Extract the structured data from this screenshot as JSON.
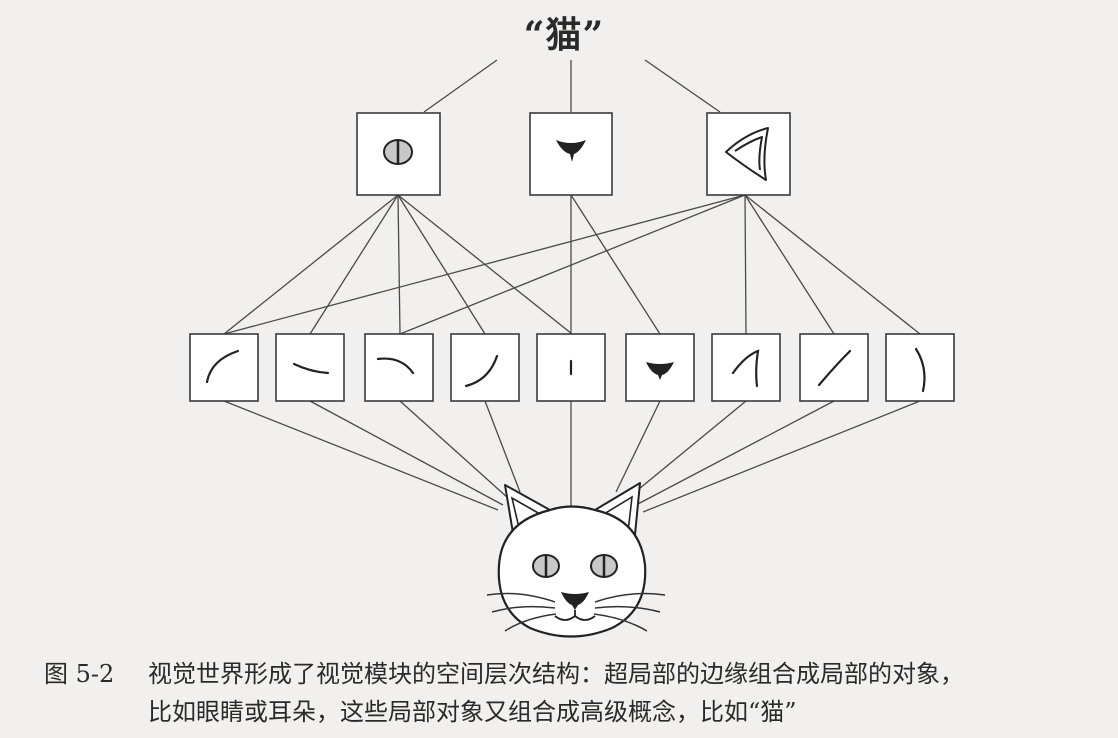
{
  "figure": {
    "top_label": "“猫”",
    "figure_number": "图 5-2",
    "caption_line1": "视觉世界形成了视觉模块的空间层次结构：超局部的边缘组合成局部的对象，",
    "caption_line2": "比如眼睛或耳朵，这些局部对象又组合成高级概念，比如“猫”"
  },
  "hierarchy": {
    "parts": [
      "eye-icon",
      "nose-icon",
      "ear-icon"
    ],
    "edges": [
      "arc-edge-icon",
      "short-stroke-icon",
      "curve-stroke-icon",
      "curve-up-icon",
      "dot-stroke-icon",
      "nose-fragment-icon",
      "ear-edge-icon",
      "diagonal-stroke-icon",
      "vertical-curve-icon"
    ]
  },
  "colors": {
    "line": "#4a4a4a",
    "box_fill": "#ffffff",
    "eye_fill": "#c8c8c8",
    "background": "#f1f0ee"
  }
}
